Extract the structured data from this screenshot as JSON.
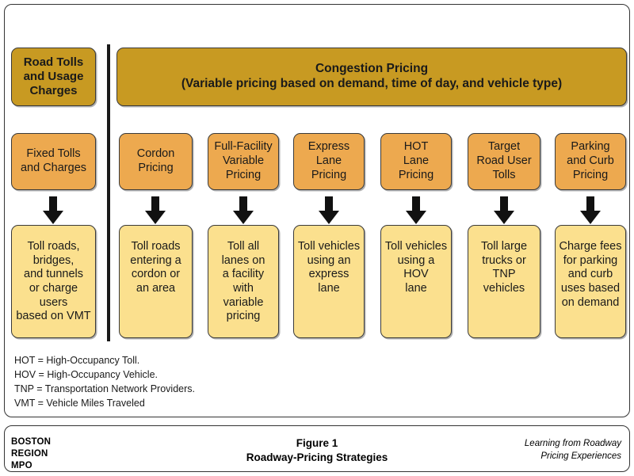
{
  "figure": {
    "colors": {
      "head_fill": "#c89a22",
      "category_fill": "#eda94f",
      "description_fill": "#fbe08e",
      "border": "#3a3a3a",
      "divider": "#1a1a1a",
      "text": "#1a1a1a"
    }
  },
  "groups": [
    {
      "id": "road-tolls-and-usage-charges",
      "header": "Road Tolls\nand Usage\nCharges",
      "categories": [
        {
          "id": "fixed-tolls-and-charges",
          "label": "Fixed Tolls\nand Charges",
          "description": "Toll roads,\nbridges,\nand tunnels\nor charge users\nbased on VMT"
        }
      ]
    },
    {
      "id": "congestion-pricing",
      "header": "Congestion Pricing\n(Variable pricing based on demand, time of day, and vehicle type)",
      "header_line1": "Congestion Pricing",
      "header_line2": "(Variable pricing based on demand, time of day, and vehicle type)",
      "categories": [
        {
          "id": "cordon-pricing",
          "label": "Cordon\nPricing",
          "description": "Toll roads\nentering a\ncordon or\nan area"
        },
        {
          "id": "full-facility-variable-pricing",
          "label": "Full-Facility\nVariable\nPricing",
          "description": "Toll all\nlanes on\na facility with\nvariable\npricing"
        },
        {
          "id": "express-lane-pricing",
          "label": "Express\nLane\nPricing",
          "description": "Toll vehicles\nusing an\nexpress lane"
        },
        {
          "id": "hot-lane-pricing",
          "label": "HOT\nLane\nPricing",
          "description": "Toll vehicles\nusing a HOV\nlane"
        },
        {
          "id": "target-road-user-tolls",
          "label": "Target\nRoad User\nTolls",
          "description": "Toll large\ntrucks or\nTNP vehicles"
        },
        {
          "id": "parking-and-curb-pricing",
          "label": "Parking\nand Curb\nPricing",
          "description": "Charge fees\nfor parking\nand curb\nuses based\non demand"
        }
      ]
    }
  ],
  "legend": "HOT = High-Occupancy Toll.\nHOV = High-Occupancy Vehicle.\nTNP = Transportation Network Providers.\nVMT = Vehicle Miles Traveled",
  "footer": {
    "organization": "BOSTON\nREGION\nMPO",
    "title": "Figure 1\nRoadway-Pricing Strategies",
    "figure_number": "Figure 1",
    "figure_name": "Roadway-Pricing Strategies",
    "source": "Learning from Roadway\nPricing Experiences"
  }
}
